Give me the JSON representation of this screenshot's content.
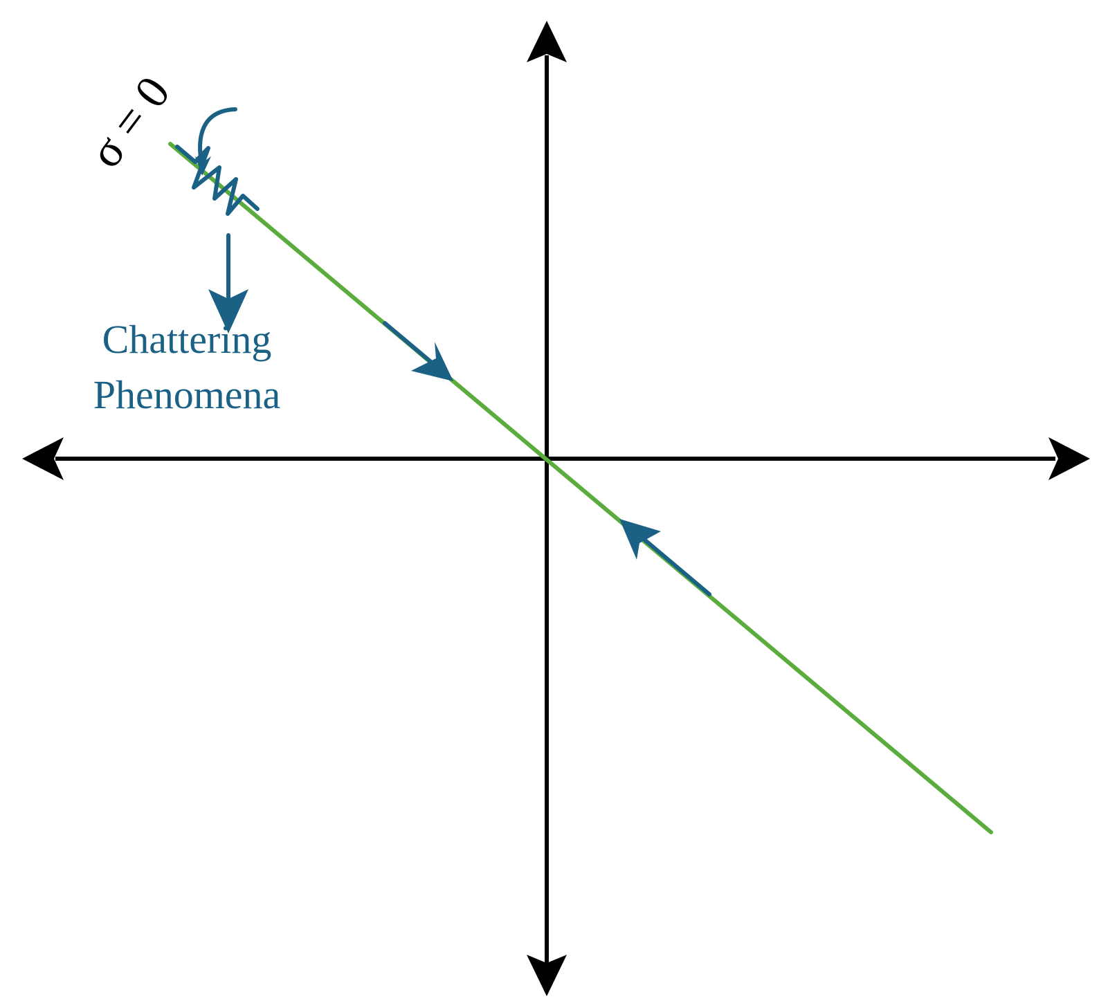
{
  "surface_label": "σ = 0",
  "annotation": {
    "line1": "Chattering",
    "line2": "Phenomena"
  },
  "colors": {
    "axes": "#000000",
    "sliding_surface": "#5aac3c",
    "trajectory": "#1a6185",
    "annotation_text": "#1a6185",
    "background": "#ffffff"
  },
  "icons": {
    "x_axis_ends": "double-headed-arrow",
    "y_axis_ends": "double-headed-arrow",
    "trajectory_direction": "triangle-arrowhead",
    "chattering": "zigzag",
    "callout": "down-arrow"
  }
}
